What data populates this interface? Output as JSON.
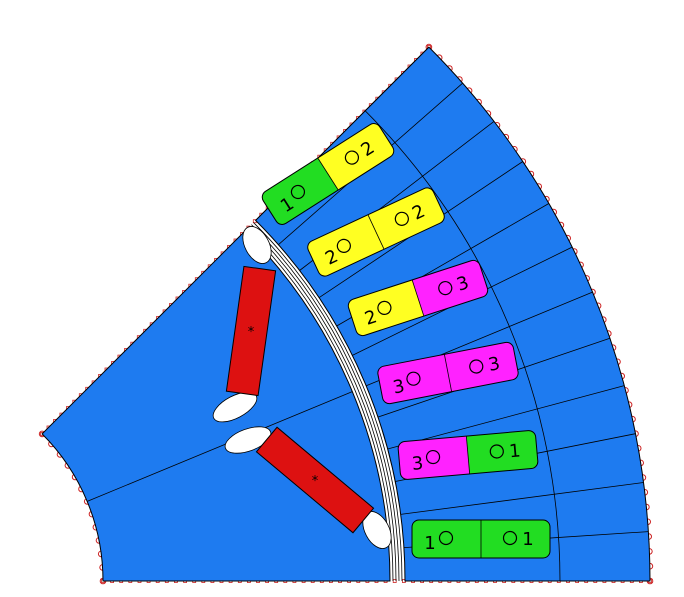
{
  "colors": {
    "background": "#ffffff",
    "iron": "#1e7bf0",
    "outline": "#000000",
    "phase_1": "#22dd22",
    "phase_2": "#ffff22",
    "phase_3": "#ff22ff",
    "magnet": "#dd1111",
    "air_pocket": "#ffffff",
    "boundary_marker": "#cc2222"
  },
  "stator_slots": [
    {
      "id": 1,
      "inner": {
        "label": "1",
        "phase": "phase_1"
      },
      "outer": {
        "label": "2",
        "phase": "phase_2"
      }
    },
    {
      "id": 2,
      "inner": {
        "label": "2",
        "phase": "phase_2"
      },
      "outer": {
        "label": "2",
        "phase": "phase_2"
      }
    },
    {
      "id": 3,
      "inner": {
        "label": "2",
        "phase": "phase_2"
      },
      "outer": {
        "label": "3",
        "phase": "phase_3"
      }
    },
    {
      "id": 4,
      "inner": {
        "label": "3",
        "phase": "phase_3"
      },
      "outer": {
        "label": "3",
        "phase": "phase_3"
      }
    },
    {
      "id": 5,
      "inner": {
        "label": "3",
        "phase": "phase_3"
      },
      "outer": {
        "label": "1",
        "phase": "phase_1"
      }
    },
    {
      "id": 6,
      "inner": {
        "label": "1",
        "phase": "phase_1"
      },
      "outer": {
        "label": "1",
        "phase": "phase_1"
      }
    }
  ],
  "magnets": [
    {
      "id": "upper",
      "mark": "*"
    },
    {
      "id": "lower",
      "mark": "*"
    }
  ],
  "icons": {
    "coil_direction": "circle-icon",
    "magnet_mark": "asterisk-icon"
  }
}
